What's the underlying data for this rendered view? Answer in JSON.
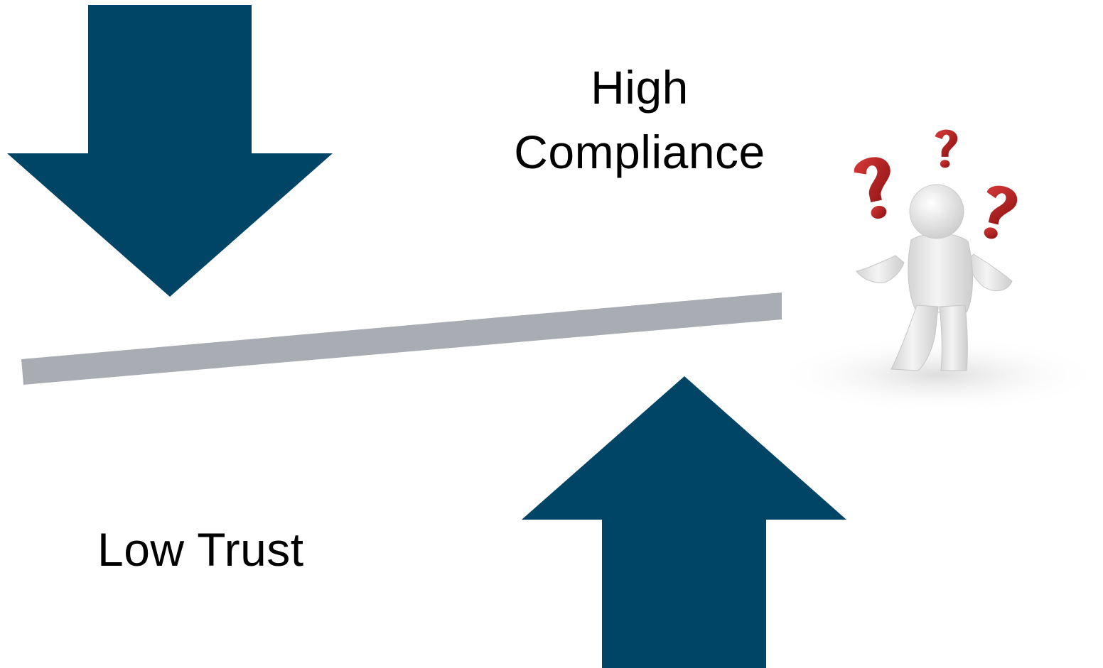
{
  "labels": {
    "high_line1": "High",
    "high_line2": "Compliance",
    "low": "Low Trust"
  },
  "colors": {
    "arrow": "#004466",
    "beam": "#a9adb3",
    "question_mark": "#b01c1c",
    "figure": "#e9e9e9"
  },
  "icons": {
    "figure": "confused-person-icon",
    "question": "question-mark-icon"
  }
}
